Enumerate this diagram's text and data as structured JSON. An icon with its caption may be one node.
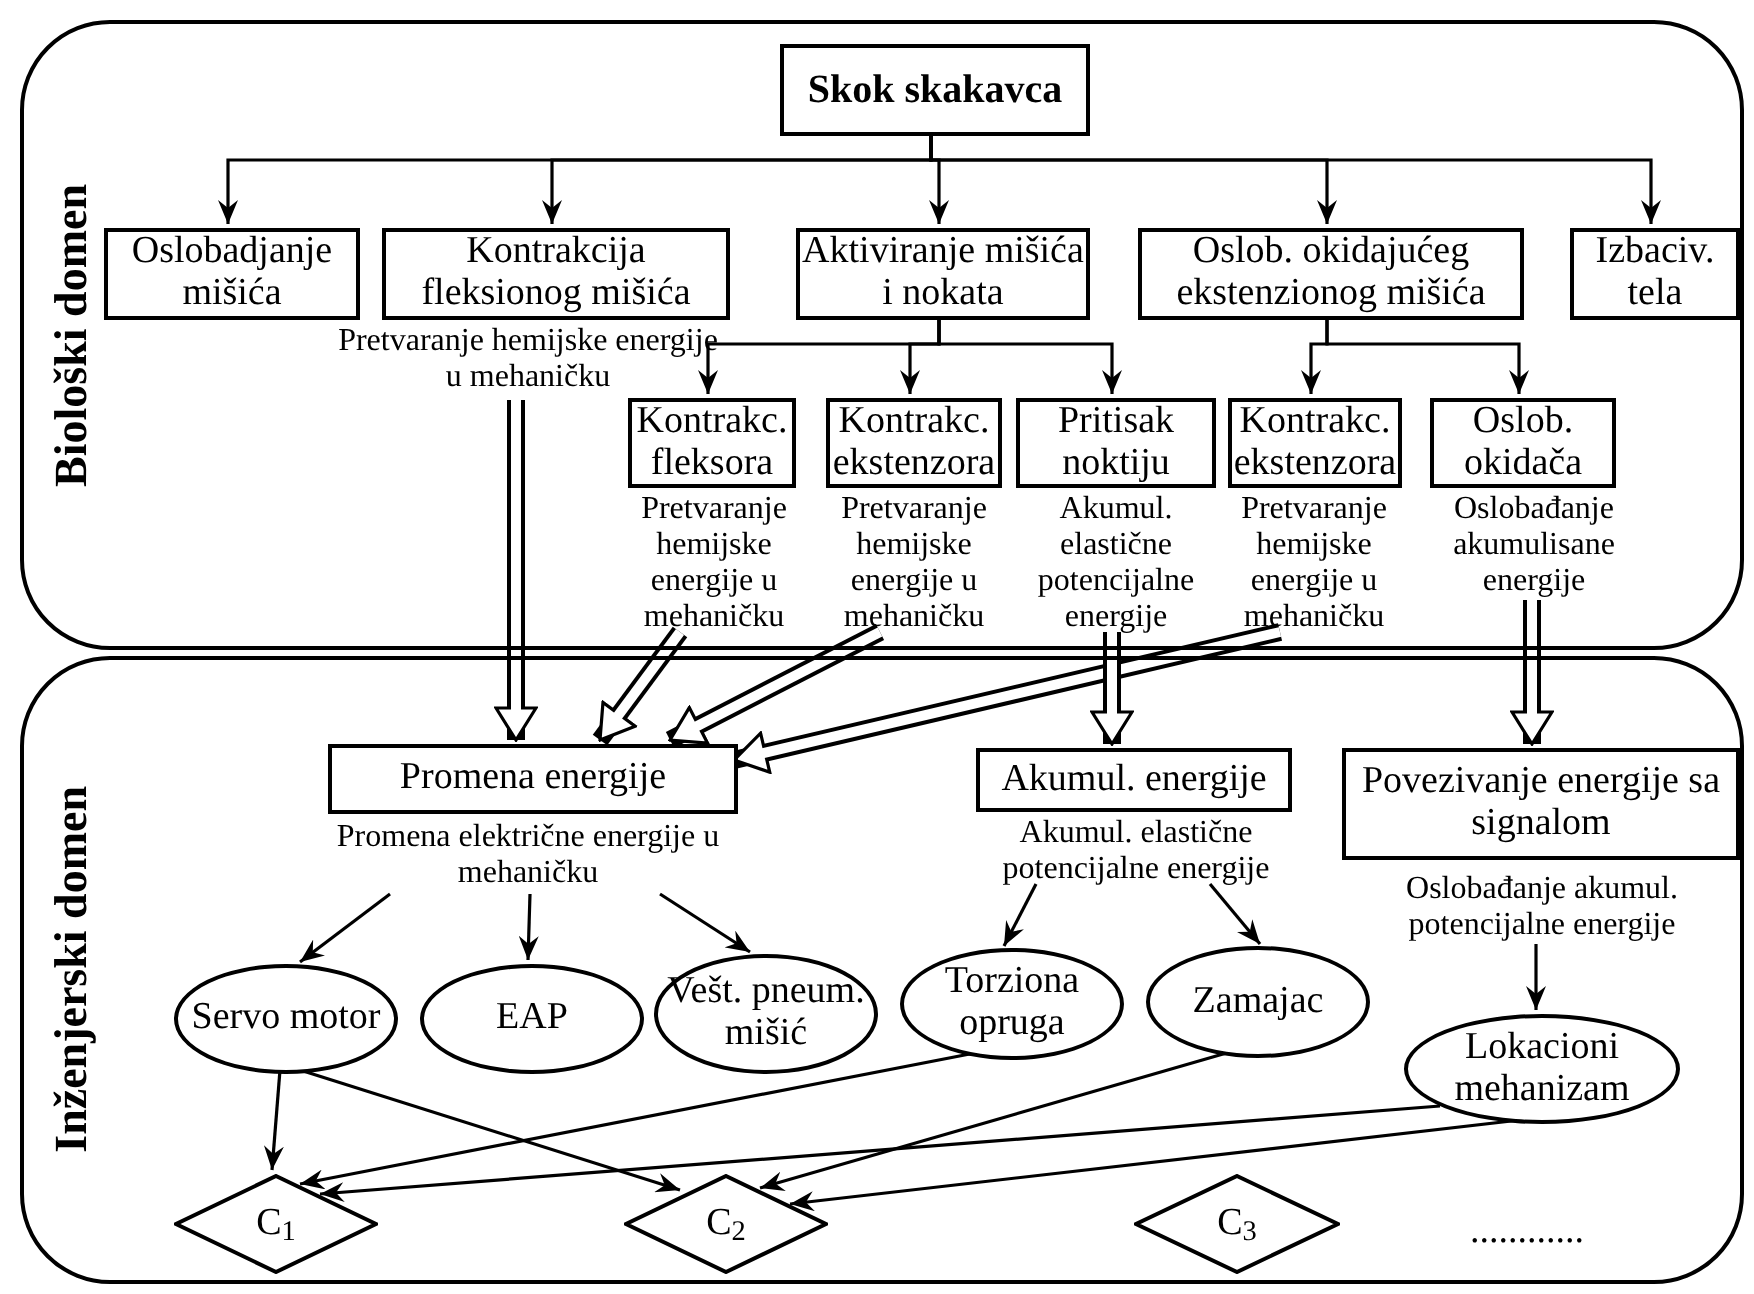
{
  "diagram": {
    "nodes": [
      {
        "text": [
          "Biološki domen"
        ]
      },
      {
        "text": [
          "Skok skakavca"
        ],
        "in": 0
      },
      {
        "text": [
          "Oslobadjanje mišića"
        ],
        "in": 0
      },
      {
        "text": [
          "Kontrakcija fleksionog mišića"
        ],
        "in": 0,
        "beside": [
          "Pretvaranje hemijske energije u mehaničku"
        ]
      },
      {
        "text": [
          "Aktiviranje mišića i nokata"
        ],
        "in": 0
      },
      {
        "text": [
          "Oslob. okidajućeg ekstenzionog mišića"
        ],
        "in": 0
      },
      {
        "text": [
          "Izbaciv. tela"
        ],
        "in": 0
      },
      {
        "text": [
          "Kontrakc. fleksora"
        ],
        "in": 0,
        "beside": [
          "Pretvaranje hemijske energije u mehaničku"
        ]
      },
      {
        "text": [
          "Kontrakc. ekstenzora"
        ],
        "in": 0,
        "beside": [
          "Pretvaranje hemijske energije u mehaničku"
        ]
      },
      {
        "text": [
          "Pritisak noktiju"
        ],
        "in": 0,
        "beside": [
          "Akumul. elastične potencijalne energije"
        ]
      },
      {
        "text": [
          "Kontrakc. ekstenzora"
        ],
        "in": 0,
        "beside": [
          "Pretvaranje hemijske energije u mehaničku"
        ]
      },
      {
        "text": [
          "Oslob. okidača"
        ],
        "in": 0,
        "beside": [
          "Oslobađanje akumulisane energije"
        ]
      },
      {
        "text": [
          "Inženjerski domen"
        ]
      },
      {
        "text": [
          "Promena energije"
        ],
        "in": 12,
        "beside": [
          "Promena električne energije u mehaničku"
        ]
      },
      {
        "text": [
          "Akumul. energije"
        ],
        "in": 12,
        "beside": [
          "Akumul. elastične potencijalne energije"
        ]
      },
      {
        "text": [
          "Povezivanje energije sa signalom"
        ],
        "in": 12,
        "beside": [
          "Oslobađanje akumul. potencijalne energije"
        ]
      },
      {
        "text": [
          "Servo motor"
        ],
        "in": 12
      },
      {
        "text": [
          "EAP"
        ],
        "in": 12
      },
      {
        "text": [
          "Vešt. pneum. mišić"
        ],
        "in": 12
      },
      {
        "text": [
          "Torziona opruga"
        ],
        "in": 12
      },
      {
        "text": [
          "Zamajac"
        ],
        "in": 12
      },
      {
        "text": [
          "Lokacioni mehanizam"
        ],
        "in": 12
      },
      {
        "text": [
          "C$_{1}$"
        ],
        "in": 12
      },
      {
        "text": [
          "C$_{2}$"
        ],
        "in": 12
      },
      {
        "text": [
          "C$_{3}$"
        ],
        "in": 12
      }
    ],
    "edges": [
      {
        "from": 1,
        "to": 2,
        "arrow": "to"
      },
      {
        "from": 1,
        "to": 3,
        "arrow": "to"
      },
      {
        "from": 1,
        "to": 4,
        "arrow": "to"
      },
      {
        "from": 1,
        "to": 5,
        "arrow": "to"
      },
      {
        "from": 1,
        "to": 6,
        "arrow": "to"
      },
      {
        "from": 4,
        "to": 7,
        "arrow": "to"
      },
      {
        "from": 4,
        "to": 8,
        "arrow": "to"
      },
      {
        "from": 4,
        "to": 9,
        "arrow": "to"
      },
      {
        "from": 5,
        "to": 10,
        "arrow": "to"
      },
      {
        "from": 5,
        "to": 11,
        "arrow": "to"
      },
      {
        "from": 3,
        "to": 13,
        "arrow": "to",
        "style": "thick"
      },
      {
        "from": 7,
        "to": 13,
        "arrow": "to",
        "style": "thick"
      },
      {
        "from": 8,
        "to": 13,
        "arrow": "to",
        "style": "thick"
      },
      {
        "from": 10,
        "to": 13,
        "arrow": "to",
        "style": "thick"
      },
      {
        "from": 9,
        "to": 14,
        "arrow": "to",
        "style": "thick"
      },
      {
        "from": 11,
        "to": 15,
        "arrow": "to",
        "style": "thick"
      },
      {
        "from": 13,
        "to": 16,
        "arrow": "to"
      },
      {
        "from": 13,
        "to": 17,
        "arrow": "to"
      },
      {
        "from": 13,
        "to": 18,
        "arrow": "to"
      },
      {
        "from": 14,
        "to": 19,
        "arrow": "to"
      },
      {
        "from": 14,
        "to": 20,
        "arrow": "to"
      },
      {
        "from": 15,
        "to": 21,
        "arrow": "to"
      },
      {
        "from": 16,
        "to": 22,
        "arrow": "to"
      },
      {
        "from": 16,
        "to": 23,
        "arrow": "to"
      },
      {
        "from": 19,
        "to": 22,
        "arrow": "to"
      },
      {
        "from": 20,
        "to": 23,
        "arrow": "to"
      },
      {
        "from": 21,
        "to": 22,
        "arrow": "to"
      },
      {
        "from": 21,
        "to": 23,
        "arrow": "to"
      }
    ],
    "labels": [
      "............"
    ]
  }
}
